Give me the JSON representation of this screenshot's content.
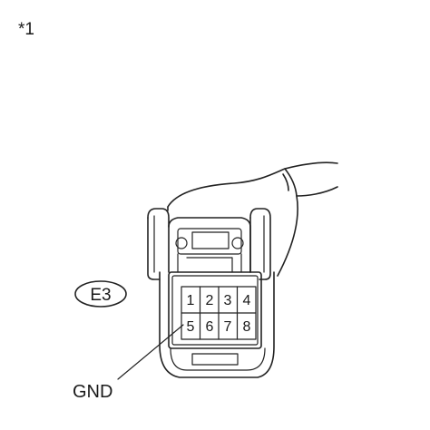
{
  "diagram": {
    "figure_marker": "*1",
    "connector_id": "E3",
    "pins_top": [
      "1",
      "2",
      "3",
      "4"
    ],
    "pins_bottom": [
      "5",
      "6",
      "7",
      "8"
    ],
    "callout_label": "GND",
    "callout_pin": "5"
  }
}
